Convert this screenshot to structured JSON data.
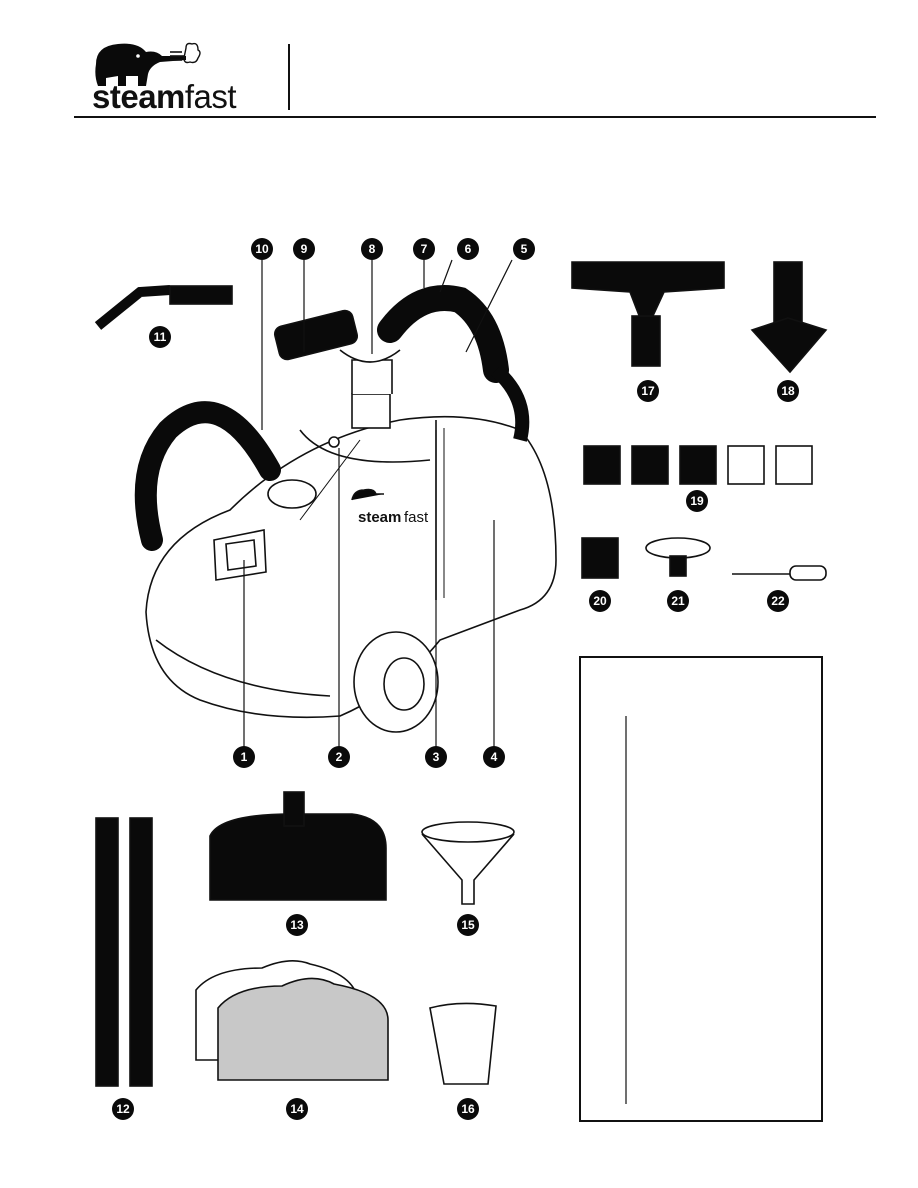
{
  "header": {
    "brand_bold": "steam",
    "brand_light": "fast"
  },
  "callouts": [
    "1",
    "2",
    "3",
    "4",
    "5",
    "6",
    "7",
    "8",
    "9",
    "10",
    "11",
    "12",
    "13",
    "14",
    "15",
    "16",
    "17",
    "18",
    "19",
    "20",
    "21",
    "22"
  ],
  "colors": {
    "ink": "#0a0a0a",
    "pad": "#c8c8c8",
    "line": "#111111"
  }
}
